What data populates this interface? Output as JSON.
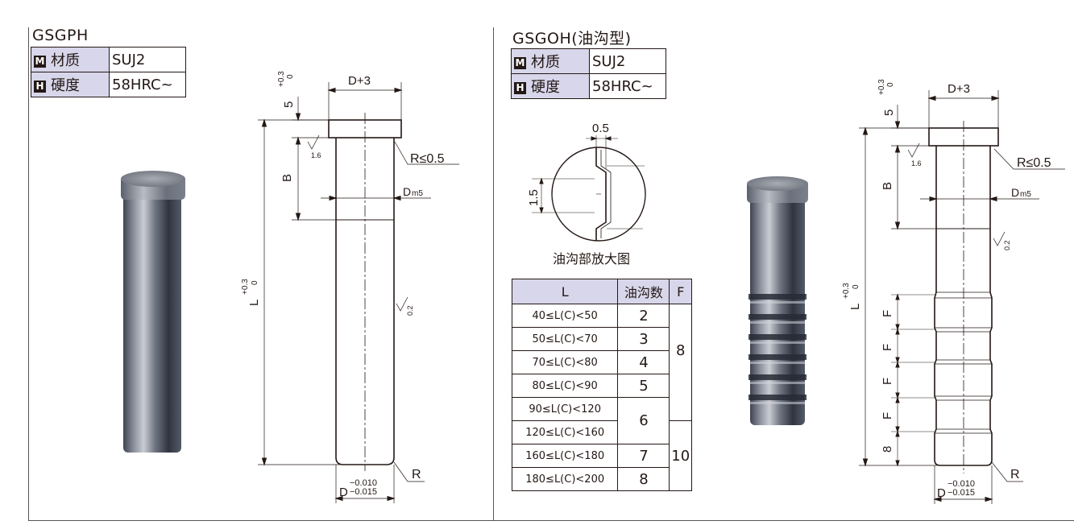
{
  "left": {
    "title": "GSGPH",
    "spec": {
      "material_icon": "M",
      "material_label": "材质",
      "material_value": "SUJ2",
      "hardness_icon": "H",
      "hardness_label": "硬度",
      "hardness_value": "58HRC~"
    },
    "drawing": {
      "head_dim": "D+3",
      "head_tol_plus": "+0.3",
      "head_tol_zero": "0",
      "head_height": "5",
      "radius_top": "R≤0.5",
      "roughness_head": "1.6",
      "b_label": "B",
      "dm5_main": "D",
      "dm5_sub": "m5",
      "l_label": "L",
      "l_tol_plus": "+0.3",
      "l_tol_zero": "0",
      "roughness_body": "0.2",
      "radius_bottom": "R",
      "d_main": "D",
      "d_tol_upper": "−0.010",
      "d_tol_lower": "−0.015"
    }
  },
  "right": {
    "title": "GSGOH(油沟型)",
    "spec": {
      "material_icon": "M",
      "material_label": "材质",
      "material_value": "SUJ2",
      "hardness_icon": "H",
      "hardness_label": "硬度",
      "hardness_value": "58HRC~"
    },
    "detail": {
      "width_dim": "0.5",
      "height_dim": "1.5",
      "caption": "油沟部放大图"
    },
    "table": {
      "headers": [
        "L",
        "油沟数",
        "F"
      ],
      "rows": [
        {
          "l": "40≤L(C)<50",
          "count": "2"
        },
        {
          "l": "50≤L(C)<70",
          "count": "3"
        },
        {
          "l": "70≤L(C)<80",
          "count": "4"
        },
        {
          "l": "80≤L(C)<90",
          "count": "5"
        },
        {
          "l": "90≤L(C)<120",
          "count": "6"
        },
        {
          "l": "120≤L(C)<160",
          "count": ""
        },
        {
          "l": "160≤L(C)<180",
          "count": "7"
        },
        {
          "l": "180≤L(C)<200",
          "count": "8"
        }
      ],
      "f_values": [
        "8",
        "10"
      ]
    },
    "drawing": {
      "head_dim": "D+3",
      "head_tol_plus": "+0.3",
      "head_tol_zero": "0",
      "head_height": "5",
      "radius_top": "R≤0.5",
      "roughness_head": "1.6",
      "b_label": "B",
      "dm5_main": "D",
      "dm5_sub": "m5",
      "roughness_body": "0.2",
      "l_label": "L",
      "l_tol_plus": "+0.3",
      "l_tol_zero": "0",
      "f_labels": [
        "F",
        "F",
        "F",
        "F"
      ],
      "bottom_label": "8",
      "radius_bottom": "R",
      "d_main": "D",
      "d_tol_upper": "−0.010",
      "d_tol_lower": "−0.015"
    }
  }
}
